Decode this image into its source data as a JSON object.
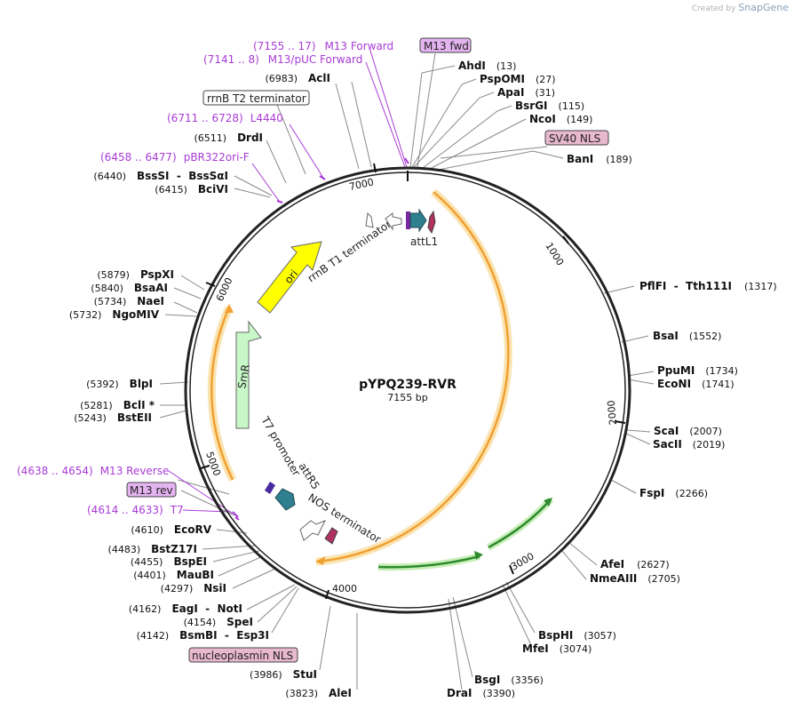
{
  "watermark": {
    "prefix": "Created by",
    "brand": "SnapGene"
  },
  "plasmid": {
    "name": "pYPQ239-RVR",
    "length": 7155,
    "size_label": "7155 bp"
  },
  "colors": {
    "backbone": "#222222",
    "orange": "#f0a030",
    "orange_glow": "#fbe3b0",
    "green": "#2e8b2e",
    "green_glow": "#c8eeb8",
    "ori": "#ffff00",
    "smr": "#c8f8c8",
    "att": "#2e8090",
    "nls_box": "#e8b8cc",
    "primer_box": "#e4b4f0",
    "primer_text": "#a93bd6"
  },
  "tick_labels": [
    "1000",
    "2000",
    "3000",
    "4000",
    "5000",
    "6000",
    "7000"
  ],
  "enzymes": [
    {
      "name": "AhdI",
      "pos": "(13)"
    },
    {
      "name": "PspOMI",
      "pos": "(27)"
    },
    {
      "name": "ApaI",
      "pos": "(31)"
    },
    {
      "name": "BsrGI",
      "pos": "(115)"
    },
    {
      "name": "NcoI",
      "pos": "(149)"
    },
    {
      "name": "BanI",
      "pos": "(189)"
    },
    {
      "name": "PflFI  -  Tth111I",
      "pos": "(1317)"
    },
    {
      "name": "BsaI",
      "pos": "(1552)"
    },
    {
      "name": "PpuMI",
      "pos": "(1734)"
    },
    {
      "name": "EcoNI",
      "pos": "(1741)"
    },
    {
      "name": "ScaI",
      "pos": "(2007)"
    },
    {
      "name": "SacII",
      "pos": "(2019)"
    },
    {
      "name": "FspI",
      "pos": "(2266)"
    },
    {
      "name": "AfeI",
      "pos": "(2627)"
    },
    {
      "name": "NmeAIII",
      "pos": "(2705)"
    },
    {
      "name": "BspHI",
      "pos": "(3057)"
    },
    {
      "name": "MfeI",
      "pos": "(3074)"
    },
    {
      "name": "BsgI",
      "pos": "(3356)"
    },
    {
      "name": "DraI",
      "pos": "(3390)"
    },
    {
      "name": "AleI",
      "pos": "(3823)"
    },
    {
      "name": "StuI",
      "pos": "(3986)"
    },
    {
      "name": "BsmBI  -  Esp3I",
      "pos": "(4142)"
    },
    {
      "name": "SpeI",
      "pos": "(4154)"
    },
    {
      "name": "EagI  -  NotI",
      "pos": "(4162)"
    },
    {
      "name": "NsiI",
      "pos": "(4297)"
    },
    {
      "name": "MauBI",
      "pos": "(4401)"
    },
    {
      "name": "BspEI",
      "pos": "(4455)"
    },
    {
      "name": "BstZ17I",
      "pos": "(4483)"
    },
    {
      "name": "EcoRV",
      "pos": "(4610)"
    },
    {
      "name": "BstEII",
      "pos": "(5243)"
    },
    {
      "name": "BclI *",
      "pos": "(5281)"
    },
    {
      "name": "BlpI",
      "pos": "(5392)"
    },
    {
      "name": "NgoMIV",
      "pos": "(5732)"
    },
    {
      "name": "NaeI",
      "pos": "(5734)"
    },
    {
      "name": "BsaAI",
      "pos": "(5840)"
    },
    {
      "name": "PspXI",
      "pos": "(5879)"
    },
    {
      "name": "BciVI",
      "pos": "(6415)"
    },
    {
      "name": "BssSI  -  BssSαI",
      "pos": "(6440)"
    },
    {
      "name": "DrdI",
      "pos": "(6511)"
    },
    {
      "name": "AclI",
      "pos": "(6983)"
    }
  ],
  "primers": [
    {
      "range": "(7155 .. 17)",
      "name": "M13 Forward"
    },
    {
      "range": "(7141 .. 8)",
      "name": "M13/pUC Forward"
    },
    {
      "range": "(6711 .. 6728)",
      "name": "L4440"
    },
    {
      "range": "(6458 .. 6477)",
      "name": "pBR322ori-F"
    },
    {
      "range": "(4638 .. 4654)",
      "name": "M13 Reverse"
    },
    {
      "range": "(4614 .. 4633)",
      "name": "T7"
    }
  ],
  "boxed_labels": {
    "m13_fwd": "M13 fwd",
    "sv40_nls": "SV40 NLS",
    "rrnb_t2": "rrnB T2 terminator",
    "m13_rev": "M13 rev",
    "nucleoplasmin_nls": "nucleoplasmin NLS"
  },
  "features": {
    "ori": "ori",
    "smr": "SmR",
    "rrnb_t1": "rrnB T1 terminator",
    "attl1": "attL1",
    "t7_promoter": "T7 promoter",
    "attr5": "attR5",
    "nos_terminator": "NOS terminator"
  }
}
